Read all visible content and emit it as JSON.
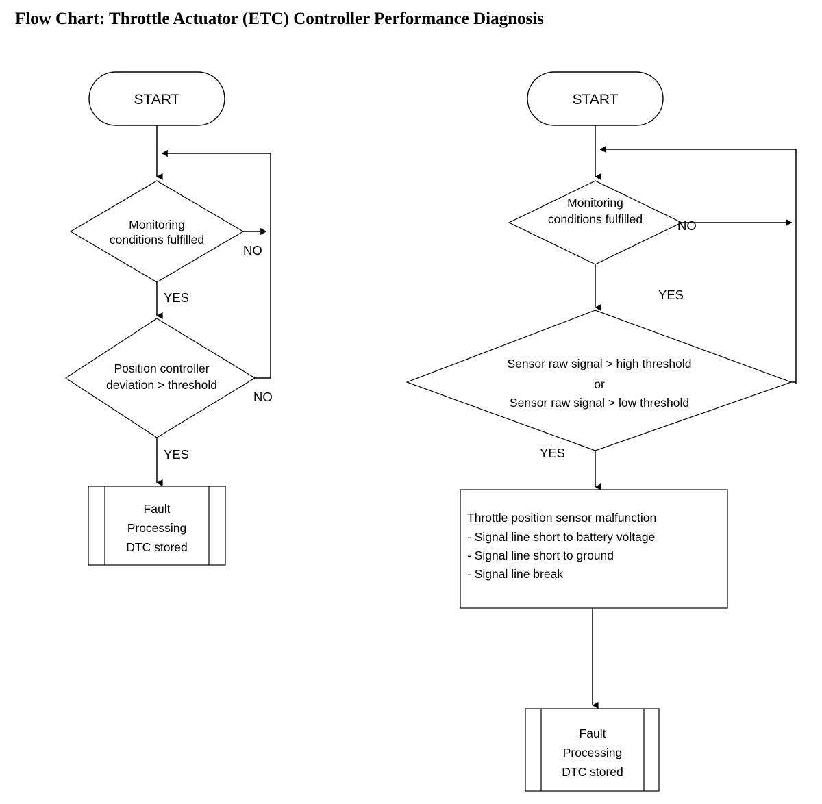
{
  "document": {
    "title": "Flow Chart: Throttle Actuator (ETC) Controller Performance Diagnosis"
  },
  "chart_data": {
    "type": "diagram",
    "diagram_type": "flowchart",
    "title": "Flow Chart: Throttle Actuator (ETC) Controller Performance Diagnosis",
    "columns": 2,
    "branch_labels": {
      "yes": "YES",
      "no": "NO"
    }
  },
  "left_flow": {
    "start": {
      "label": "START",
      "shape": "terminator"
    },
    "decision1": {
      "line1": "Monitoring",
      "line2": "conditions fulfilled",
      "shape": "decision",
      "no_label": "NO",
      "yes_label": "YES"
    },
    "decision2": {
      "line1": "Position controller",
      "line2": "deviation > threshold",
      "shape": "decision",
      "no_label": "NO",
      "yes_label": "YES"
    },
    "result": {
      "line1": "Fault",
      "line2": "Processing",
      "line3": "DTC stored",
      "shape": "predefined-process"
    }
  },
  "right_flow": {
    "start": {
      "label": "START",
      "shape": "terminator"
    },
    "decision1": {
      "line1": "Monitoring",
      "line2": "conditions fulfilled",
      "shape": "decision",
      "no_label": "NO",
      "yes_label": "YES"
    },
    "decision2": {
      "line1": "Sensor raw signal > high threshold",
      "line2": "or",
      "line3": "Sensor raw signal > low threshold",
      "shape": "decision",
      "yes_label": "YES"
    },
    "malfunction": {
      "line1": "Throttle position sensor malfunction",
      "line2": "- Signal line short to battery voltage",
      "line3": "- Signal line short to ground",
      "line4": "- Signal line break",
      "shape": "process"
    },
    "result": {
      "line1": "Fault",
      "line2": "Processing",
      "line3": "DTC stored",
      "shape": "predefined-process"
    }
  },
  "colors": {
    "stroke": "#000000",
    "fill": "#ffffff",
    "text": "#000000"
  }
}
